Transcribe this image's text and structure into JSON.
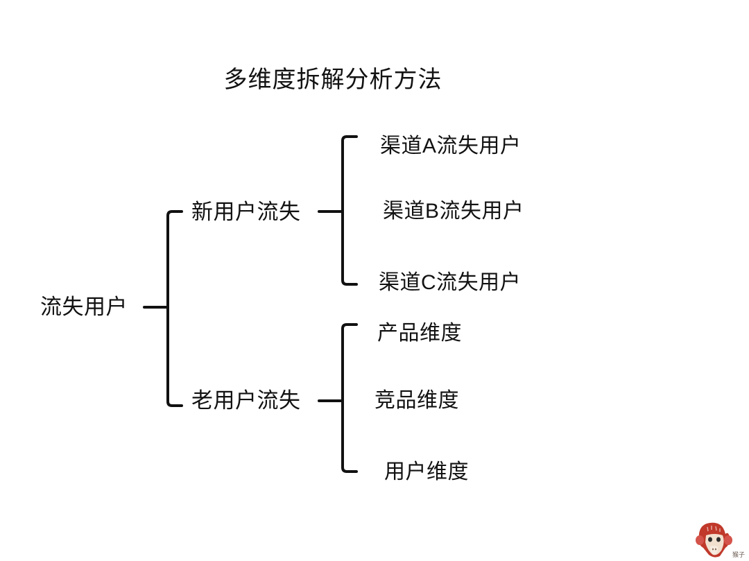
{
  "page": {
    "title": "多维度拆解分析方法",
    "background_color": "#ffffff",
    "line_color": "#111111",
    "text_color": "#121212"
  },
  "diagram": {
    "type": "bracket-tree",
    "root": {
      "label": "流失用户"
    },
    "branches": [
      {
        "label": "新用户流失",
        "children": [
          {
            "label": "渠道A流失用户"
          },
          {
            "label": "渠道B流失用户"
          },
          {
            "label": "渠道C流失用户"
          }
        ]
      },
      {
        "label": "老用户流失",
        "children": [
          {
            "label": "产品维度"
          },
          {
            "label": "竞品维度"
          },
          {
            "label": "用户维度"
          }
        ]
      }
    ]
  },
  "watermark": {
    "label": "猴子",
    "icon": "monkey-face-avatar",
    "color": "#c0392b"
  }
}
